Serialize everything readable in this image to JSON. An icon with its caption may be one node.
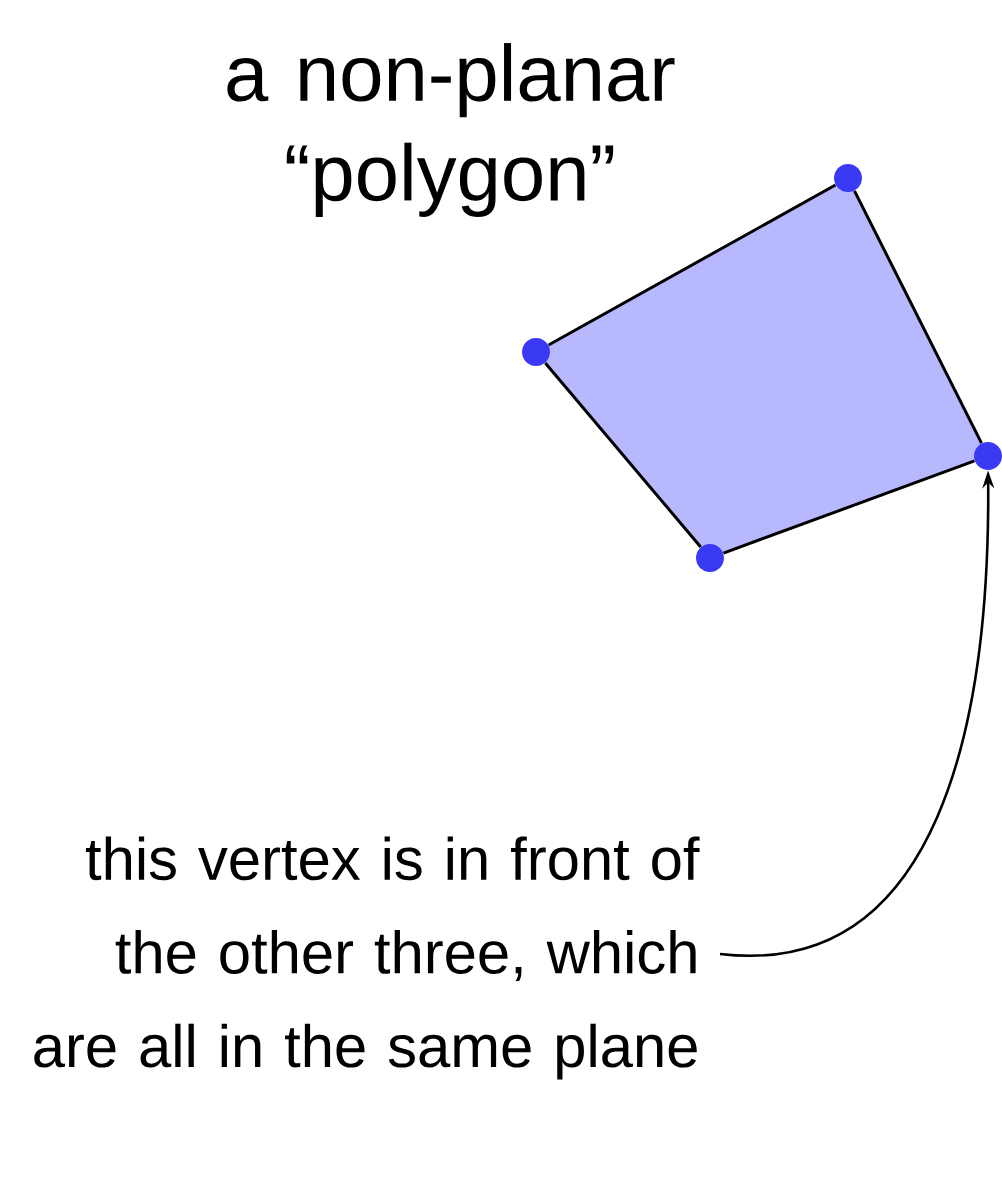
{
  "diagram": {
    "title": "a non-planar “polygon”",
    "nodes": [
      {
        "text": [
          "this vertex is in front of the other three, which are all in the same plane"
        ]
      },
      {
        "text": [],
        "shape": "circle"
      },
      {
        "text": [],
        "shape": "circle"
      },
      {
        "text": [],
        "shape": "circle"
      },
      {
        "text": [],
        "shape": "circle"
      }
    ],
    "edges": [
      {
        "from": 0,
        "to": 4,
        "arrow": "to"
      },
      {
        "from": 1,
        "to": 3,
        "arrow": "none"
      },
      {
        "from": 3,
        "to": 4,
        "arrow": "none"
      },
      {
        "from": 4,
        "to": 2,
        "arrow": "none"
      },
      {
        "from": 2,
        "to": 1,
        "arrow": "none"
      }
    ]
  }
}
